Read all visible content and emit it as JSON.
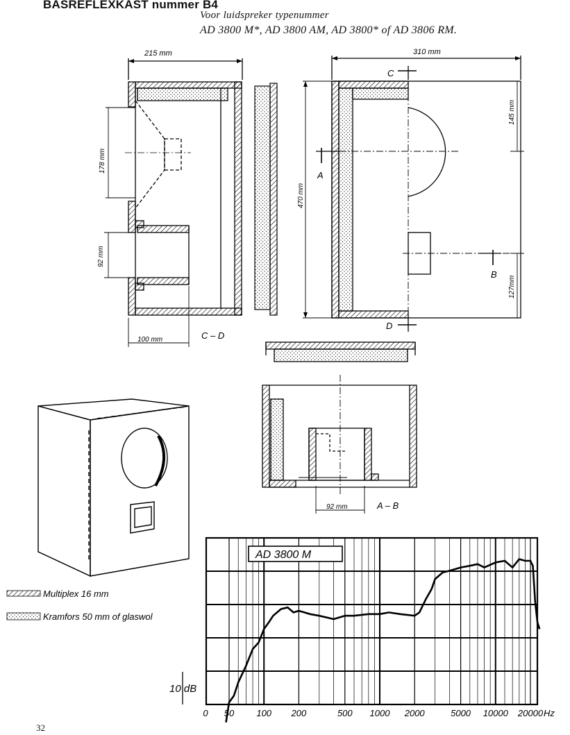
{
  "header": {
    "title": "BASREFLEXKAST nummer B4",
    "subtitle_line1": "Voor luidspreker typenummer",
    "subtitle_line2": "AD 3800 M*, AD 3800 AM, AD 3800* of AD 3806 RM."
  },
  "drawing": {
    "dim_width_side": "215 mm",
    "dim_width_front": "310 mm",
    "dim_speaker": "178 mm",
    "dim_port": "92 mm",
    "dim_port_depth": "100 mm",
    "dim_height": "470 mm",
    "dim_top": "145 mm",
    "dim_bottom": "127mm",
    "dim_port_bottom": "92 mm",
    "section_cd": "C – D",
    "section_ab": "A – B",
    "mark_a": "A",
    "mark_b": "B",
    "mark_c": "C",
    "mark_d": "D"
  },
  "legend": {
    "multiplex": "Multiplex 16 mm",
    "kramfors": "Kramfors 50 mm of glaswol"
  },
  "chart_data": {
    "type": "line",
    "title": "AD 3800 M",
    "x_scale": "log",
    "xlabel": "Hz",
    "x_ticks": [
      "0",
      "50",
      "100",
      "200",
      "500",
      "1000",
      "2000",
      "5000",
      "10000",
      "20000"
    ],
    "scale_label": "10 dB",
    "series": [
      {
        "x": [
          47,
          50,
          55,
          60,
          70,
          80,
          90,
          100,
          110,
          120,
          140,
          160,
          180,
          200,
          250,
          300,
          400,
          500,
          600,
          800,
          1000,
          1200,
          1500,
          2000,
          2200,
          2500,
          2800,
          3000,
          3500,
          4000,
          5000,
          6000,
          7000,
          8000,
          10000,
          12000,
          14000,
          16000,
          18000,
          20000,
          21000,
          22000,
          23000,
          24000
        ],
        "y": [
          -36,
          -30,
          -28,
          -24,
          -19,
          -14,
          -12,
          -8,
          -6,
          -4,
          -2,
          -1.5,
          -3,
          -2.5,
          -3.5,
          -4,
          -5,
          -4,
          -4,
          -3.5,
          -3.5,
          -3,
          -3.5,
          -4,
          -3,
          1,
          4,
          7,
          9,
          9.5,
          10.5,
          11,
          11.5,
          10.5,
          12,
          12.5,
          10.5,
          13,
          12.5,
          12.5,
          11,
          0,
          -6,
          -8
        ]
      }
    ]
  }
}
